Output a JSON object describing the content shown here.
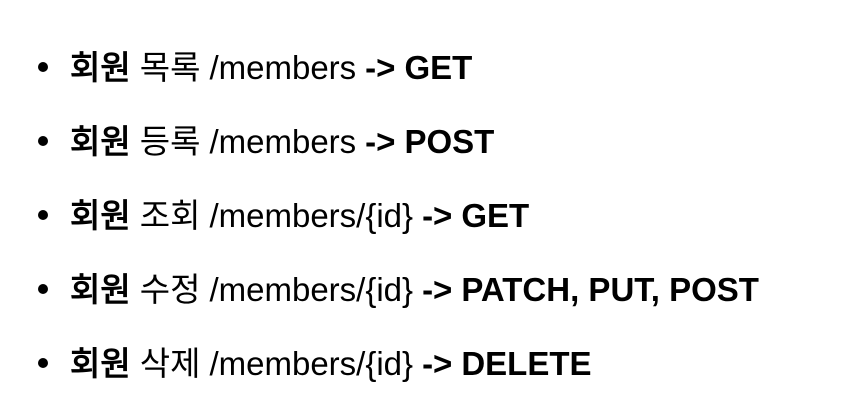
{
  "items": [
    {
      "subject": "회원",
      "action": "목록",
      "path": "/members",
      "arrow": "->",
      "methods": "GET"
    },
    {
      "subject": "회원",
      "action": "등록",
      "path": "/members",
      "arrow": "->",
      "methods": "POST"
    },
    {
      "subject": "회원",
      "action": "조회",
      "path": "/members/{id}",
      "arrow": "->",
      "methods": "GET"
    },
    {
      "subject": "회원",
      "action": "수정",
      "path": "/members/{id}",
      "arrow": "->",
      "methods": "PATCH, PUT, POST"
    },
    {
      "subject": "회원",
      "action": "삭제",
      "path": "/members/{id}",
      "arrow": "->",
      "methods": "DELETE"
    }
  ]
}
